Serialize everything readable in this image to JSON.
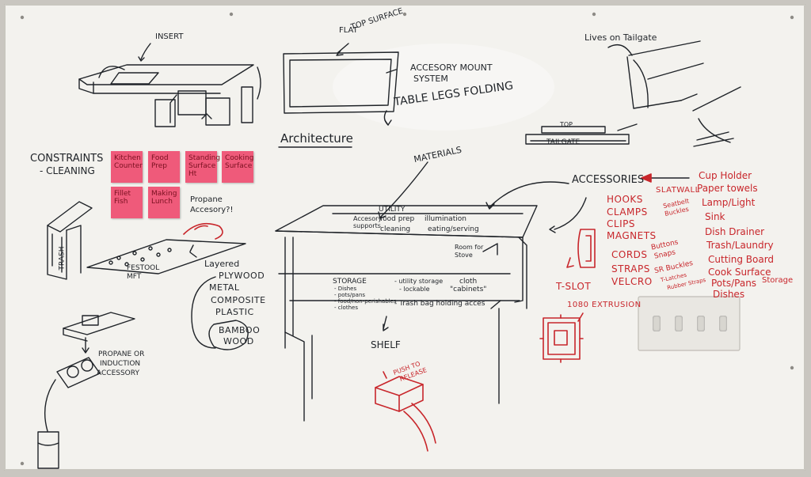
{
  "whiteboard": {
    "colors": {
      "board": "#f3f2ee",
      "ink": "#1f2328",
      "red_ink": "#c8262b",
      "sticky_note": "#ef5a7a",
      "frame": "#c7c4be"
    },
    "top_sketches": {
      "insert_label": "INSERT",
      "flat_top_label_1": "FLAT",
      "flat_top_label_2": "TOP SURFACE",
      "accessory_mount_1": "ACCESORY MOUNT",
      "accessory_mount_2": "SYSTEM",
      "table_legs": "TABLE LEGS FOLDING",
      "architecture": "Architecture",
      "lives_on_tailgate": "Lives on Tailgate",
      "top": "TOP",
      "tailgate": "TAILGATE"
    },
    "constraints": {
      "title": "CONSTRAINTS",
      "cleaning": "- CLEANING"
    },
    "sticky_notes": [
      "Kitchen Counter",
      "Food Prep",
      "Standing Surface Ht",
      "Cooking Surface",
      "Fillet Fish",
      "Making Lunch"
    ],
    "propane_note": "Propane Accesory?!",
    "trash_label": "TRASH",
    "festool": "FESTOOL MFT",
    "layered": {
      "title": "Layered",
      "items": [
        "PLYWOOD",
        "METAL",
        "COMPOSITE",
        "PLASTIC",
        "BAMBOO",
        "WOOD"
      ]
    },
    "propane_induction": [
      "PROPANE OR",
      "INDUCTION",
      "ACCESSORY"
    ],
    "materials": "MATERIALS",
    "table": {
      "utility": "UTILITY",
      "accessory_supports": "Accesory supports",
      "food_prep": "food prep",
      "illumination": "illumination",
      "cleaning": "cleaning",
      "eating_serving": "eating/serving",
      "room_for_stove": "Room for Stove",
      "storage": "STORAGE",
      "storage_items": [
        "- Dishes",
        "- pots/pans",
        "- food/non-perishables",
        "- clothes"
      ],
      "utility_storage": "- utility storage",
      "lockable": "- lockable",
      "cloth_cabinets_1": "cloth",
      "cloth_cabinets_2": "\"cabinets\"",
      "trash_bag": "- Trash bag holding acces",
      "shelf": "SHELF",
      "push_to_release_1": "PUSH TO",
      "push_to_release_2": "RELEASE"
    },
    "accessories": {
      "title": "ACCESSORIES",
      "left": [
        "HOOKS",
        "CLAMPS",
        "CLIPS",
        "MAGNETS",
        "CORDS",
        "STRAPS",
        "VELCRO"
      ],
      "slatwall": "SLATWALL",
      "seatbelt_buckles": "Seatbelt Buckles",
      "buttons": "Buttons",
      "snaps": "Snaps",
      "sr_buckles": "SR Buckles",
      "t_latches": "T-Latches",
      "rubber_straps": "Rubber Straps",
      "right": [
        "Cup Holder",
        "Paper towels",
        "Lamp/Light",
        "Sink",
        "Dish Drainer",
        "Trash/Laundry",
        "Cutting Board",
        "Cook Surface",
        "Pots/Pans",
        "Dishes"
      ],
      "storage": "Storage",
      "t_slot": "T-SLOT",
      "extrusion": "1080 EXTRUSION"
    },
    "light_switch": {
      "toggle_count": 4
    }
  }
}
